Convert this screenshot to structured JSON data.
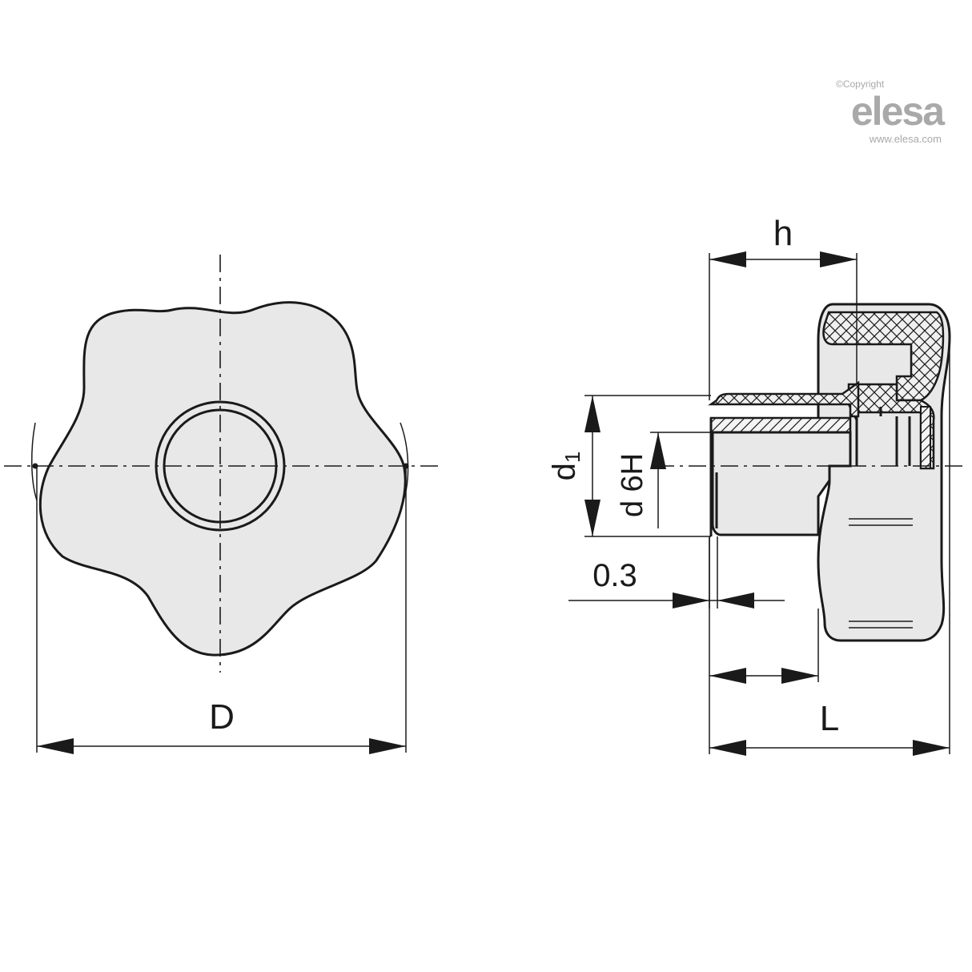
{
  "brand": {
    "copyright": "©Copyright",
    "name": "elesa",
    "url": "www.elesa.com"
  },
  "dimensions": {
    "D": "D",
    "h": "h",
    "L": "L",
    "d1_main": "d",
    "d1_sub": "1",
    "d6h": "d 6H",
    "gap": "0.3"
  },
  "colors": {
    "fill": "#e8e8e8",
    "line": "#1a1a1a",
    "logo": "#a9a9a9"
  }
}
